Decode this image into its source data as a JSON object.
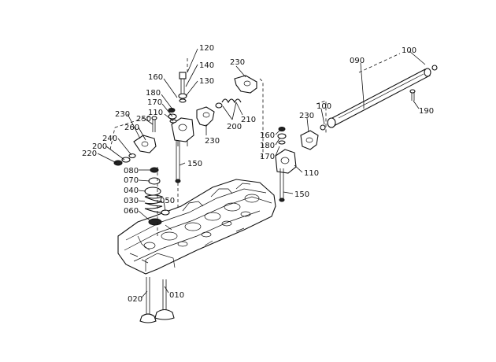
{
  "parts": [
    {
      "id": "p120",
      "label": "120"
    },
    {
      "id": "p140",
      "label": "140"
    },
    {
      "id": "p130",
      "label": "130"
    },
    {
      "id": "p160a",
      "label": "160"
    },
    {
      "id": "p180a",
      "label": "180"
    },
    {
      "id": "p170a",
      "label": "170"
    },
    {
      "id": "p110a",
      "label": "110"
    },
    {
      "id": "p230a",
      "label": "230"
    },
    {
      "id": "p230b",
      "label": "230"
    },
    {
      "id": "p200a",
      "label": "200"
    },
    {
      "id": "p210",
      "label": "210"
    },
    {
      "id": "p230c",
      "label": "230"
    },
    {
      "id": "p250",
      "label": "250"
    },
    {
      "id": "p260",
      "label": "260"
    },
    {
      "id": "p240",
      "label": "240"
    },
    {
      "id": "p200b",
      "label": "200"
    },
    {
      "id": "p220",
      "label": "220"
    },
    {
      "id": "p150a",
      "label": "150"
    },
    {
      "id": "p080",
      "label": "080"
    },
    {
      "id": "p070",
      "label": "070"
    },
    {
      "id": "p040",
      "label": "040"
    },
    {
      "id": "p030",
      "label": "030"
    },
    {
      "id": "p050",
      "label": "050"
    },
    {
      "id": "p060",
      "label": "060"
    },
    {
      "id": "p020",
      "label": "020"
    },
    {
      "id": "p010",
      "label": "010"
    },
    {
      "id": "p090",
      "label": "090"
    },
    {
      "id": "p100a",
      "label": "100"
    },
    {
      "id": "p100b",
      "label": "100"
    },
    {
      "id": "p190",
      "label": "190"
    },
    {
      "id": "p230d",
      "label": "230"
    },
    {
      "id": "p160b",
      "label": "160"
    },
    {
      "id": "p180b",
      "label": "180"
    },
    {
      "id": "p170b",
      "label": "170"
    },
    {
      "id": "p110b",
      "label": "110"
    },
    {
      "id": "p150b",
      "label": "150"
    }
  ]
}
